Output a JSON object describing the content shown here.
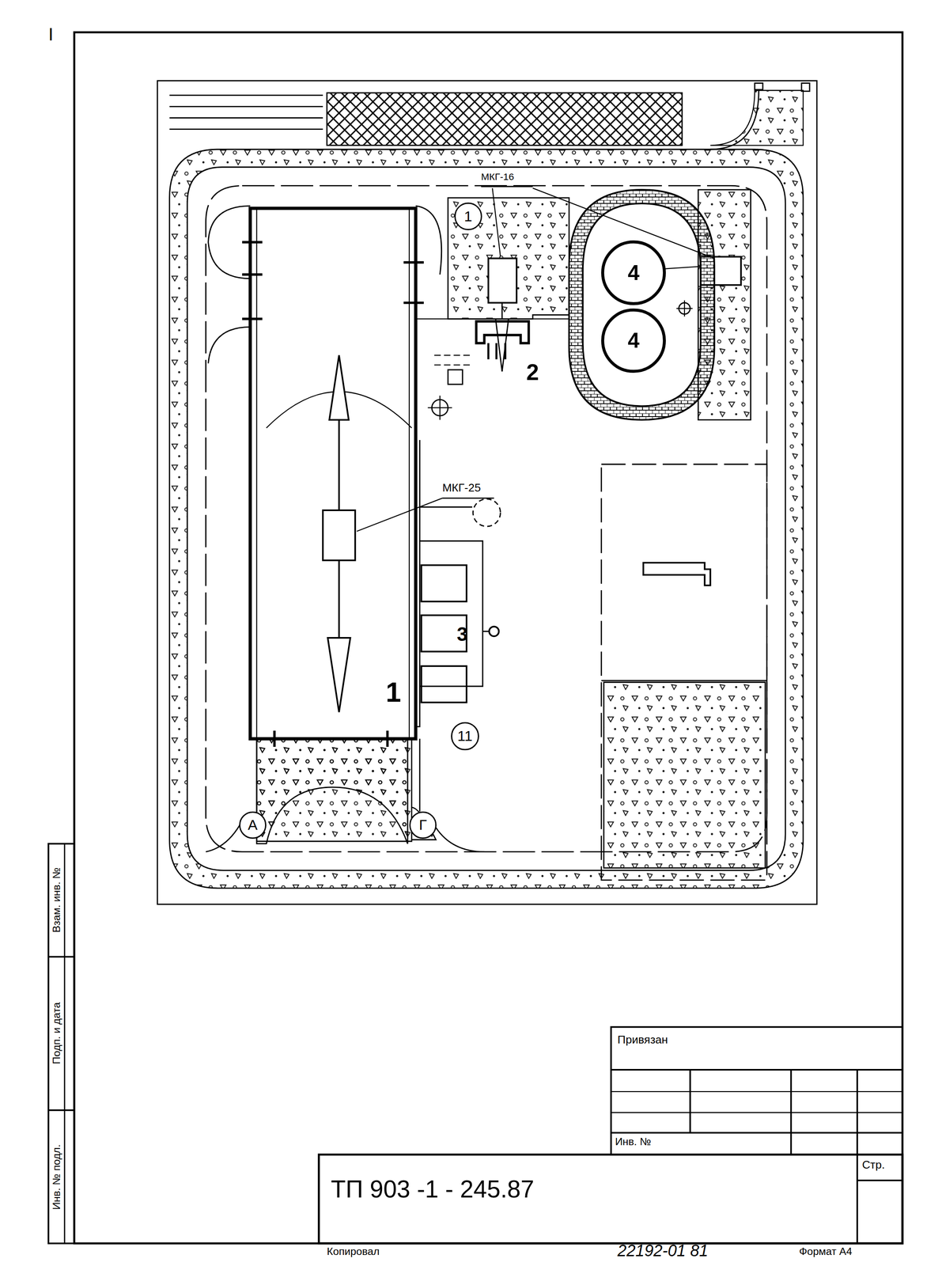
{
  "diagram": {
    "nodes": [
      {
        "text": [
          "1"
        ]
      },
      {
        "text": [
          "4"
        ]
      },
      {
        "text": [
          "4"
        ]
      },
      {
        "text": [
          "11"
        ]
      },
      {
        "text": [
          "А"
        ]
      },
      {
        "text": [
          "Г"
        ]
      }
    ],
    "labels": [
      "I",
      "МКГ-16",
      "2",
      "МКГ-25",
      "3",
      "1",
      "Привязан",
      "Инв. №",
      "ТП 903 -1 - 245.87",
      "Стр.",
      "Инв. № подл.",
      "Подп. и дата",
      "Взам. инв. №",
      "Копировал",
      "22192-01 81",
      "Формат А4"
    ]
  }
}
